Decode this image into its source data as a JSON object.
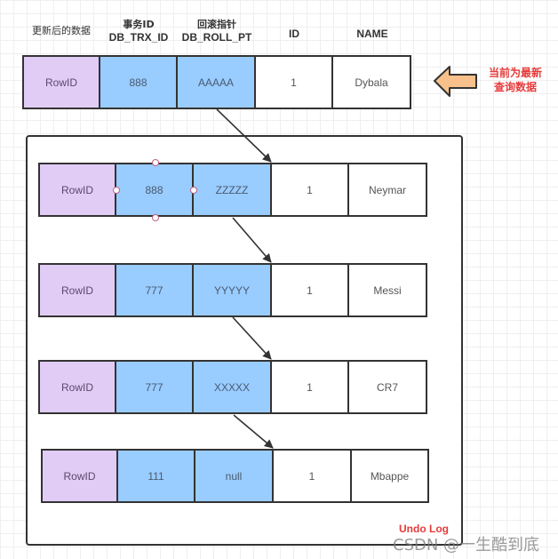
{
  "headers": {
    "updated_data": "更新后的数据",
    "trx_id_cn": "事务ID",
    "trx_id": "DB_TRX_ID",
    "roll_ptr_cn": "回滚指针",
    "roll_ptr": "DB_ROLL_PT",
    "id": "ID",
    "name": "NAME"
  },
  "current_row": {
    "rowid": "RowID",
    "trx_id": "888",
    "roll_ptr": "AAAAA",
    "id": "1",
    "name": "Dybala"
  },
  "current_note": {
    "line1": "当前为最新",
    "line2": "查询数据",
    "arrow_color": "#f8c08a",
    "text_color": "#e63b3b"
  },
  "undo_log": {
    "label": "Undo Log",
    "rows": [
      {
        "rowid": "RowID",
        "trx_id": "888",
        "roll_ptr": "ZZZZZ",
        "id": "1",
        "name": "Neymar"
      },
      {
        "rowid": "RowID",
        "trx_id": "777",
        "roll_ptr": "YYYYY",
        "id": "1",
        "name": "Messi"
      },
      {
        "rowid": "RowID",
        "trx_id": "777",
        "roll_ptr": "XXXXX",
        "id": "1",
        "name": "CR7"
      },
      {
        "rowid": "RowID",
        "trx_id": "111",
        "roll_ptr": "null",
        "id": "1",
        "name": "Mbappe"
      }
    ]
  },
  "colors": {
    "rowid_fill": "#e1ccf6",
    "hidden_field_fill": "#99ccff",
    "border": "#333333",
    "accent_red": "#e63b3b"
  },
  "watermark": "CSDN @一生酷到底"
}
